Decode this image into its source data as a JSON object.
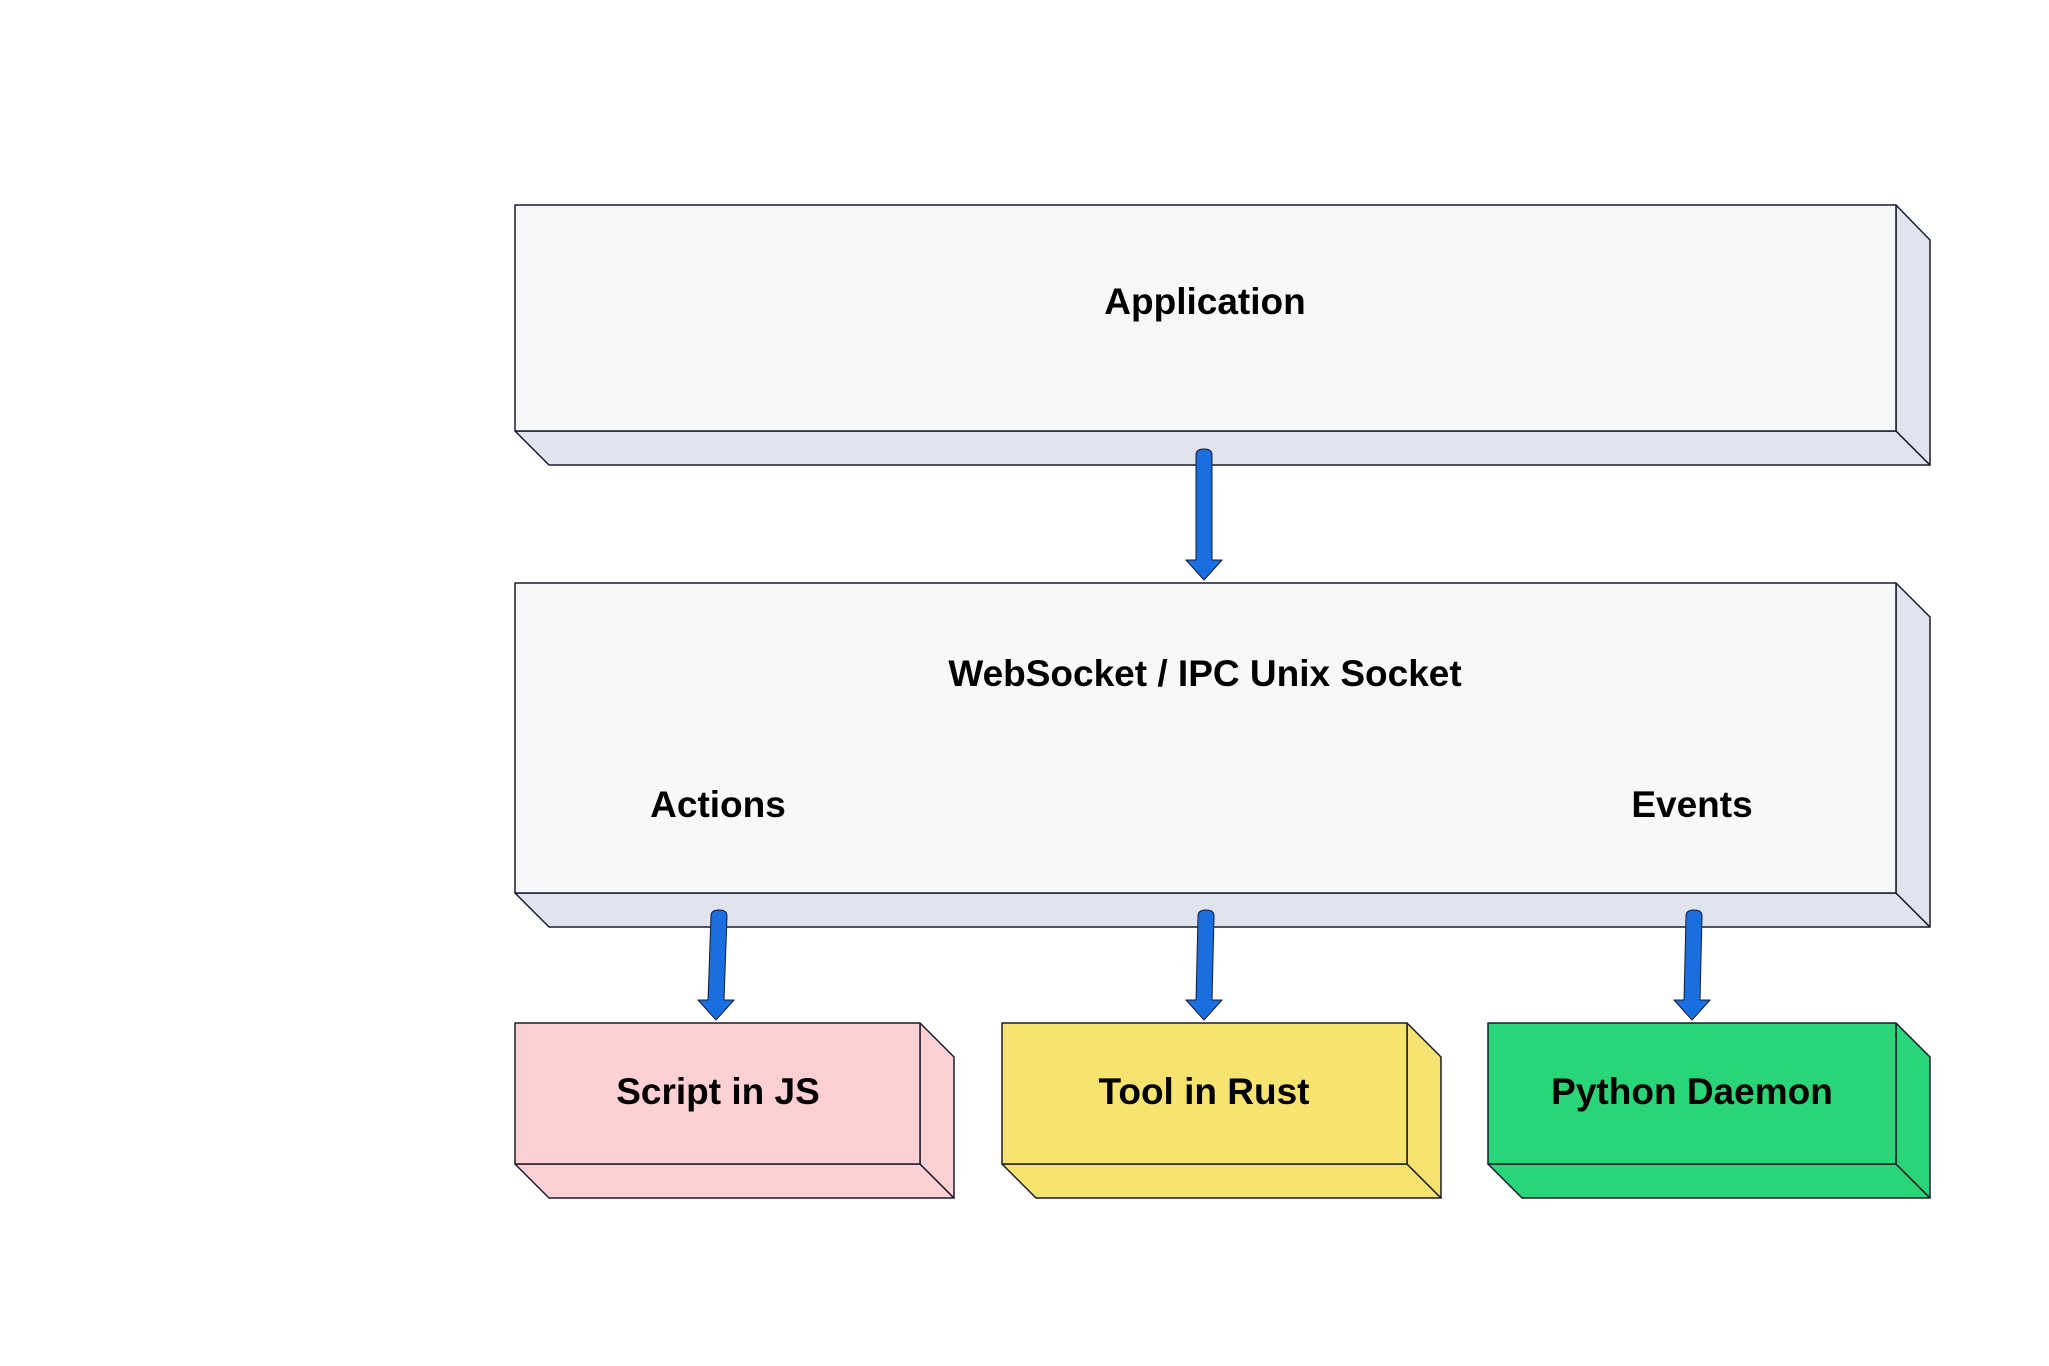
{
  "diagram": {
    "application": {
      "label": "Application",
      "colors": {
        "front": "#f7f8fa",
        "side": "#dfe4ee"
      }
    },
    "transport": {
      "label": "WebSocket / IPC Unix Socket",
      "actions_label": "Actions",
      "events_label": "Events",
      "colors": {
        "front": "#f7f8fa",
        "side": "#dfe4ee"
      }
    },
    "clients": [
      {
        "label": "Script in JS",
        "colors": {
          "front": "#fdd0d4",
          "side": "#fdd0d4"
        }
      },
      {
        "label": "Tool in Rust",
        "colors": {
          "front": "#f7e370",
          "side": "#f7e370"
        }
      },
      {
        "label": "Python Daemon",
        "colors": {
          "front": "#29d576",
          "side": "#29d576"
        }
      }
    ],
    "arrow_color": "#1a6fe0",
    "outline_color": "#1a1a2e"
  }
}
